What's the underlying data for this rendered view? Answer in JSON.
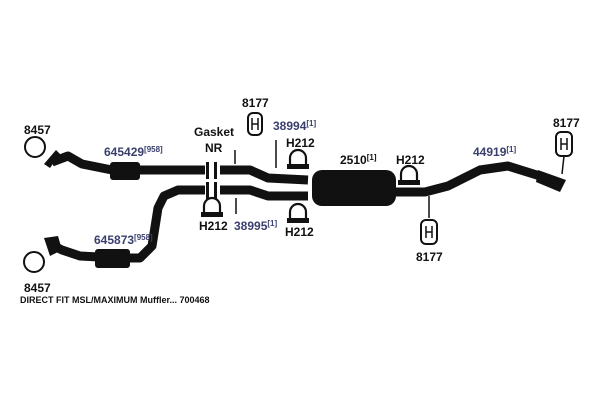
{
  "caption": "DIRECT FIT MSL/MAXIMUM Muffler... 700468",
  "colors": {
    "pipe": "#111111",
    "part_number": "#3a3f6e",
    "label": "#111111",
    "background": "#ffffff"
  },
  "labels": {
    "gasket_line1": "Gasket",
    "gasket_line2": "NR",
    "clamp_top_left": "H212",
    "clamp_top_right": "H212",
    "clamp_bottom_left": "H212",
    "clamp_bottom_mid": "H212",
    "hanger_top": "8177",
    "hanger_right": "8177",
    "hanger_bottom": "8177",
    "ring_top": "8457",
    "ring_bottom": "8457"
  },
  "parts": {
    "p645429": {
      "number": "645429",
      "qty": "[958]"
    },
    "p645873": {
      "number": "645873",
      "qty": "[958]"
    },
    "p38994": {
      "number": "38994",
      "qty": "[1]"
    },
    "p38995": {
      "number": "38995",
      "qty": "[1]"
    },
    "p2510": {
      "number": "2510",
      "qty": "[1]"
    },
    "p44919": {
      "number": "44919",
      "qty": "[1]"
    }
  },
  "icons": {
    "ring": "gasket-ring-icon",
    "clamp": "u-bolt-clamp-icon",
    "hanger": "rubber-hanger-icon"
  }
}
